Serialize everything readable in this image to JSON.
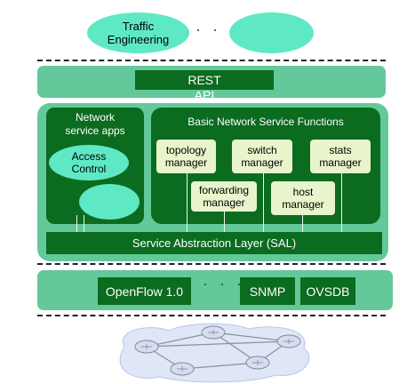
{
  "apps": {
    "traffic_engineering": "Traffic\nEngineering",
    "dots": "· · ·"
  },
  "rest": {
    "label": "REST\nAPI"
  },
  "network_service_apps": {
    "title": "Network\nservice apps",
    "access_control": "Access\nControl"
  },
  "basic_functions": {
    "title": "Basic Network Service Functions",
    "topology": "topology\nmanager",
    "switch": "switch\nmanager",
    "stats": "stats\nmanager",
    "forwarding": "forwarding\nmanager",
    "host": "host\nmanager"
  },
  "sal": {
    "label": "Service Abstraction Layer (SAL)"
  },
  "southbound": {
    "openflow": "OpenFlow 1.0",
    "dots": "· · ·",
    "snmp": "SNMP",
    "ovsdb": "OVSDB"
  },
  "colors": {
    "dark_green": "#0b6b1f",
    "band_green": "#63c99a",
    "light_ellipse": "#5fe8c4",
    "module_fill": "#e8f5cc"
  }
}
